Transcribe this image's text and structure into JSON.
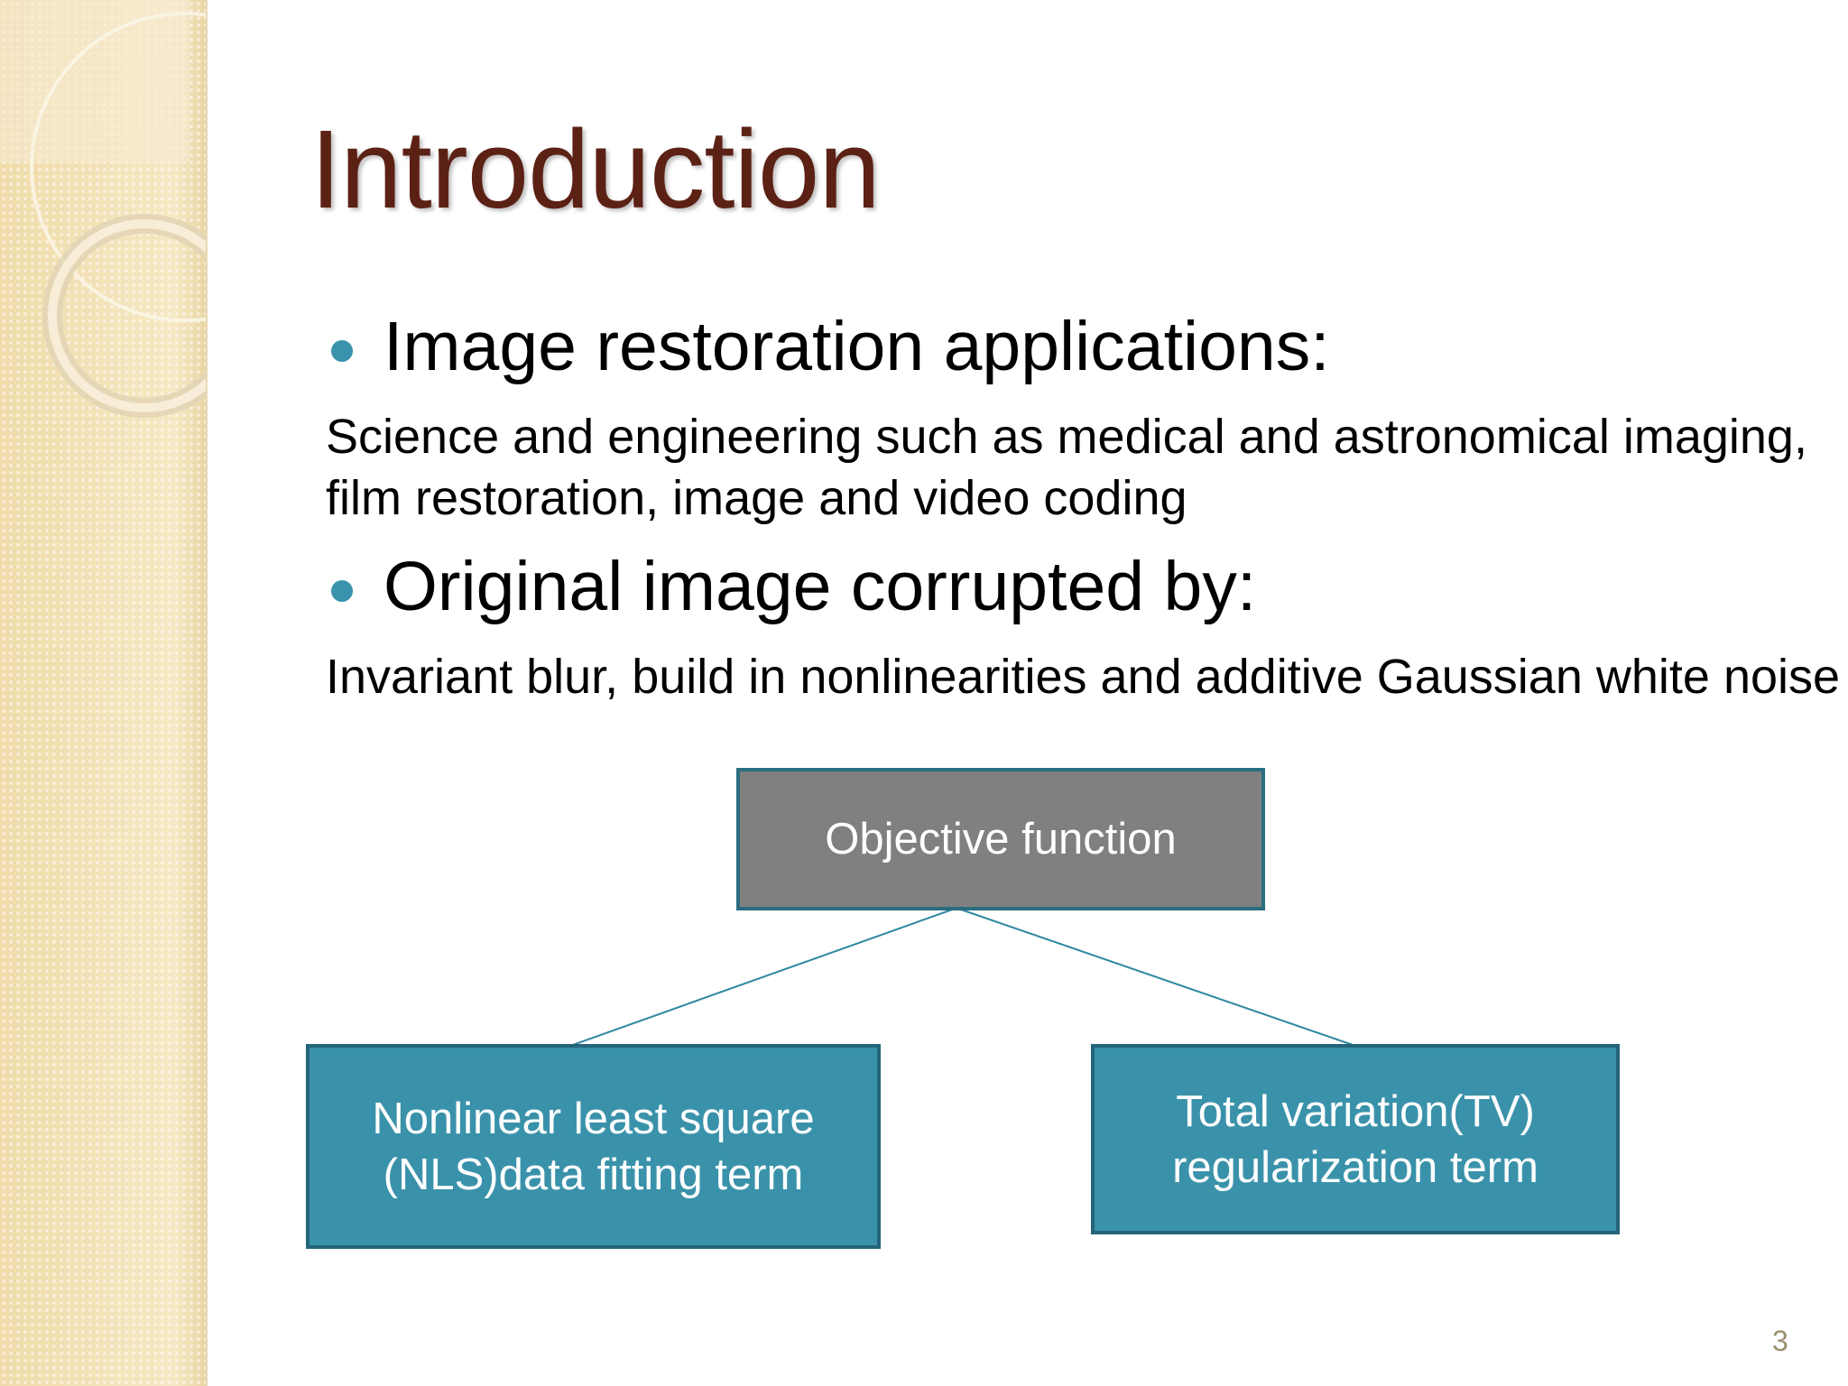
{
  "slide": {
    "title": "Introduction",
    "bullets": [
      {
        "heading": "Image restoration applications:",
        "body": "Science and engineering such as medical and astronomical imaging, film restoration, image and video coding"
      },
      {
        "heading": "Original image corrupted by:",
        "body": "Invariant blur, build in nonlinearities and additive Gaussian white noise"
      }
    ],
    "diagram": {
      "root": "Objective function",
      "children": [
        "Nonlinear least square (NLS)data fitting term",
        "Total variation(TV) regularization term"
      ]
    },
    "page_number": "3"
  },
  "colors": {
    "title": "#5c2115",
    "accent": "#3a93ac",
    "root_box": "#808080",
    "child_box": "#3a92aa",
    "side_band": "#f3e2b6"
  }
}
